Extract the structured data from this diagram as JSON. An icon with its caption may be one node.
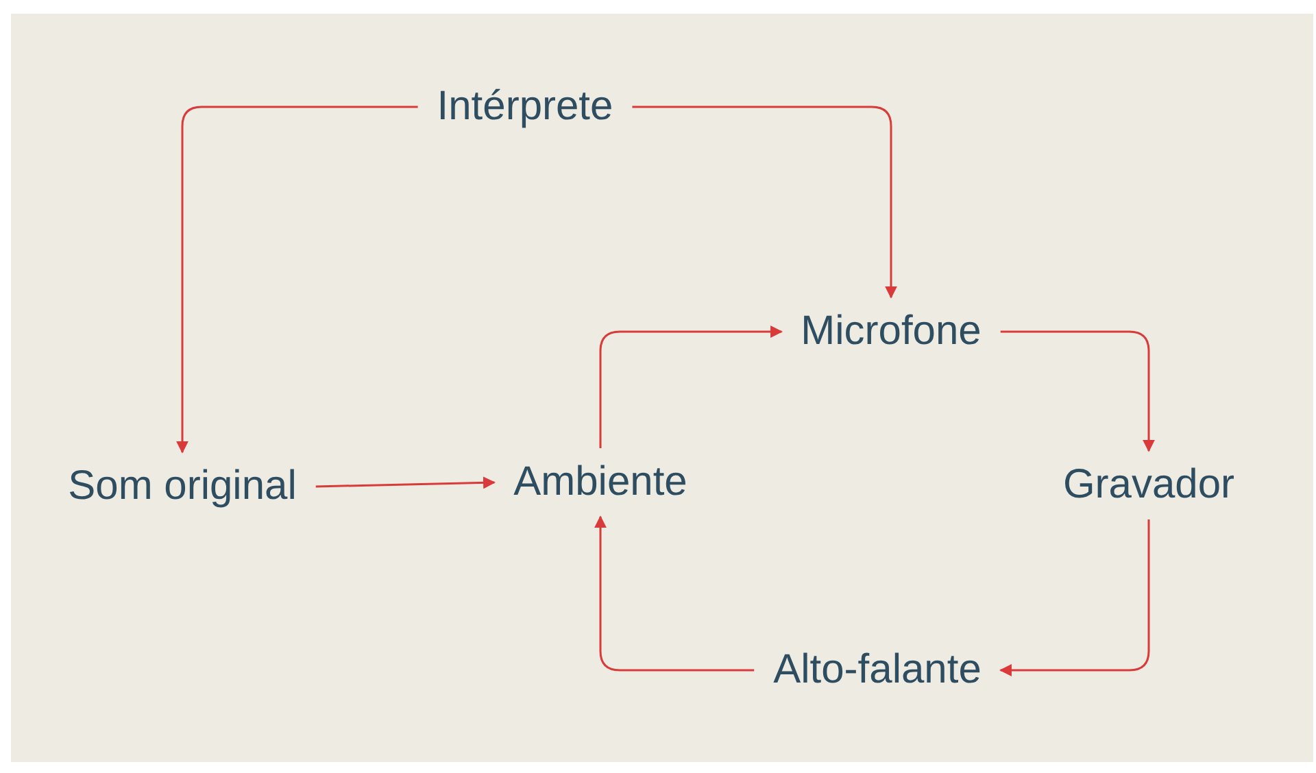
{
  "diagram": {
    "nodes": [
      {
        "text": [
          "Intérprete"
        ]
      },
      {
        "text": [
          "Microfone"
        ]
      },
      {
        "text": [
          "Som original"
        ]
      },
      {
        "text": [
          "Ambiente"
        ]
      },
      {
        "text": [
          "Gravador"
        ]
      },
      {
        "text": [
          "Alto-falante"
        ]
      }
    ],
    "edges": [
      {
        "from": 0,
        "to": 2,
        "arrow": "to"
      },
      {
        "from": 0,
        "to": 1,
        "arrow": "to"
      },
      {
        "from": 3,
        "to": 1,
        "arrow": "to"
      },
      {
        "from": 1,
        "to": 4,
        "arrow": "to"
      },
      {
        "from": 4,
        "to": 5,
        "arrow": "to"
      },
      {
        "from": 5,
        "to": 3,
        "arrow": "to"
      },
      {
        "from": 2,
        "to": 3,
        "arrow": "to"
      }
    ]
  }
}
